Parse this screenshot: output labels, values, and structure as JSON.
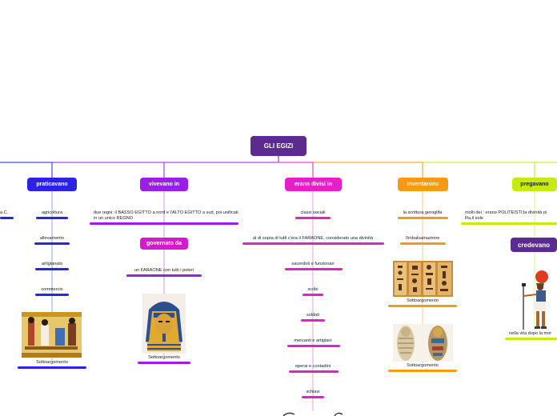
{
  "root": {
    "label": "GLI EGIZI",
    "color": "#5b2c8d"
  },
  "left_edge": {
    "label": "a.C.",
    "color": "#2a22e6"
  },
  "branches": [
    {
      "label": "praticavano",
      "color": "#2a22e6",
      "items": [
        "agricoltura",
        "allevamento",
        "artigianato",
        "commercio"
      ],
      "image_caption": "Sottoargomento",
      "image": "egyptian-mural-image"
    },
    {
      "label": "vivevano in",
      "color": "#9b1ee6",
      "items": [
        "due regni: il BASSO EGITTO a nord e l'ALTO EGITTO a sud, poi unificati in un unico REGNO"
      ],
      "sub_label": "governato da",
      "sub_color": "#d916d2",
      "sub_items": [
        "un FARAONE  con tutti i poteri"
      ],
      "image_caption": "Sottoargomento",
      "image": "pharaoh-mask-image"
    },
    {
      "label": "erano divisi in",
      "color": "#e81ec8",
      "items": [
        "classi sociali",
        "al di sopra di tutti c'era il FARAONE, considerato una divinità",
        "sacerdoti e funzionari",
        "scribi",
        "soldati",
        "mercanti e artigiani",
        "operai e contadini",
        "schiavi"
      ]
    },
    {
      "label": "inventarono",
      "color": "#f59a12",
      "items": [
        "la scrittura geroglifa",
        "l'imbalsamazione"
      ],
      "images": [
        {
          "caption": "Sottoargomento",
          "image": "hieroglyphs-image"
        },
        {
          "caption": "Sottoargomento",
          "image": "mummies-image"
        }
      ]
    },
    {
      "label": "pregavano",
      "color": "#c6ea12",
      "items": [
        "molti dei : erano POLITEISTI;la divinità pi Ra,il sole"
      ],
      "sub_label": "credevano",
      "sub_color": "#5b2c8d",
      "image": "god-ra-image",
      "sub_items": [
        "nella vita dopo la mor"
      ]
    }
  ]
}
